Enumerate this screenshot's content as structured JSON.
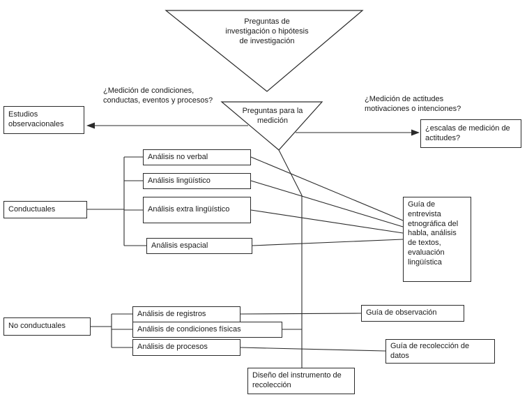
{
  "diagram": {
    "top_triangle": {
      "text": "Preguntas de investigación o hipótesis de investigación"
    },
    "mid_triangle": {
      "text": "Preguntas para la medición"
    },
    "questions": {
      "left": "¿Medición de condiciones, conductas, eventos y procesos?",
      "right": "¿Medición de actitudes motivaciones o intenciones?"
    },
    "boxes": {
      "estudios": "Estudios observacionales",
      "escalas": "¿escalas de medición de actitudes?",
      "no_verbal": "Análisis no verbal",
      "linguistico": "Análisis lingüístico",
      "extra_linguistico": "Análisis extra lingüístico",
      "espacial": "Análisis espacial",
      "conductuales": "Conductuales",
      "guia_entrevista": "Guía de entrevista etnográfica del habla, análisis de textos, evaluación lingüística",
      "registros": "Análisis de registros",
      "condiciones": "Análisis de condiciones físicas",
      "procesos": "Análisis de procesos",
      "no_conductuales": "No conductuales",
      "guia_observacion": "Guía de observación",
      "guia_recoleccion": "Guía de recolección de datos",
      "diseno": "Diseño del instrumento de recolección"
    },
    "colors": {
      "line": "#2a2a2a",
      "background": "#ffffff",
      "text": "#1a1a1a"
    }
  }
}
